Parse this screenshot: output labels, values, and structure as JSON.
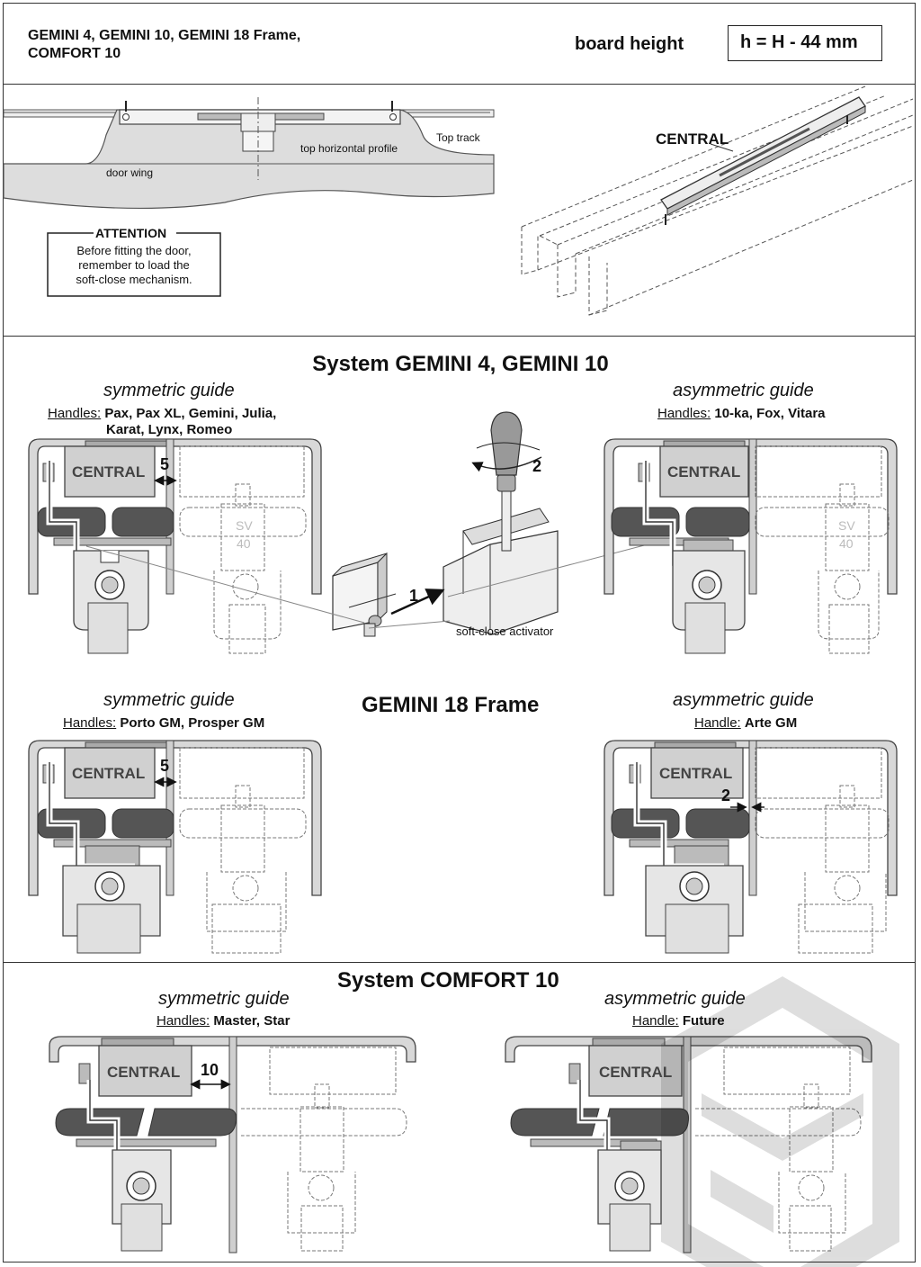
{
  "header": {
    "title_line1": "GEMINI 4, GEMINI 10, GEMINI 18 Frame,",
    "title_line2": "COMFORT 10",
    "board_height_label": "board height",
    "formula": "h = H - 44 mm"
  },
  "top_diagram": {
    "top_track": "Top track",
    "top_horizontal_profile": "top horizontal profile",
    "door_wing": "door wing",
    "central": "CENTRAL"
  },
  "attention": {
    "title": "ATTENTION",
    "line1": "Before fitting the door,",
    "line2": "remember to load the",
    "line3": "soft-close mechanism."
  },
  "gemini_4_10": {
    "heading": "System GEMINI 4, GEMINI 10",
    "sym_guide": "symmetric guide",
    "sym_handles_label": "Handles:",
    "sym_handles_line1": "Pax, Pax XL, Gemini, Julia,",
    "sym_handles_line2": "Karat, Lynx, Romeo",
    "asym_guide": "asymmetric guide",
    "asym_handles_label": "Handles:",
    "asym_handles": "10-ka, Fox, Vitara",
    "central": "CENTRAL",
    "gap": "5",
    "step1": "1",
    "step2": "2",
    "activator": "soft-close activator",
    "sv_top": "SV",
    "sv_bottom": "40"
  },
  "gemini_18": {
    "heading": "GEMINI 18 Frame",
    "sym_guide": "symmetric guide",
    "sym_handles_label": "Handles:",
    "sym_handles": "Porto GM, Prosper GM",
    "asym_guide": "asymmetric guide",
    "asym_handle_label": "Handle:",
    "asym_handle": "Arte GM",
    "central": "CENTRAL",
    "sym_gap": "5",
    "asym_gap": "2"
  },
  "comfort_10": {
    "heading": "System COMFORT 10",
    "sym_guide": "symmetric guide",
    "sym_handles_label": "Handles:",
    "sym_handles": "Master, Star",
    "asym_guide": "asymmetric guide",
    "asym_handle_label": "Handle:",
    "asym_handle": "Future",
    "central": "CENTRAL",
    "gap": "10"
  }
}
